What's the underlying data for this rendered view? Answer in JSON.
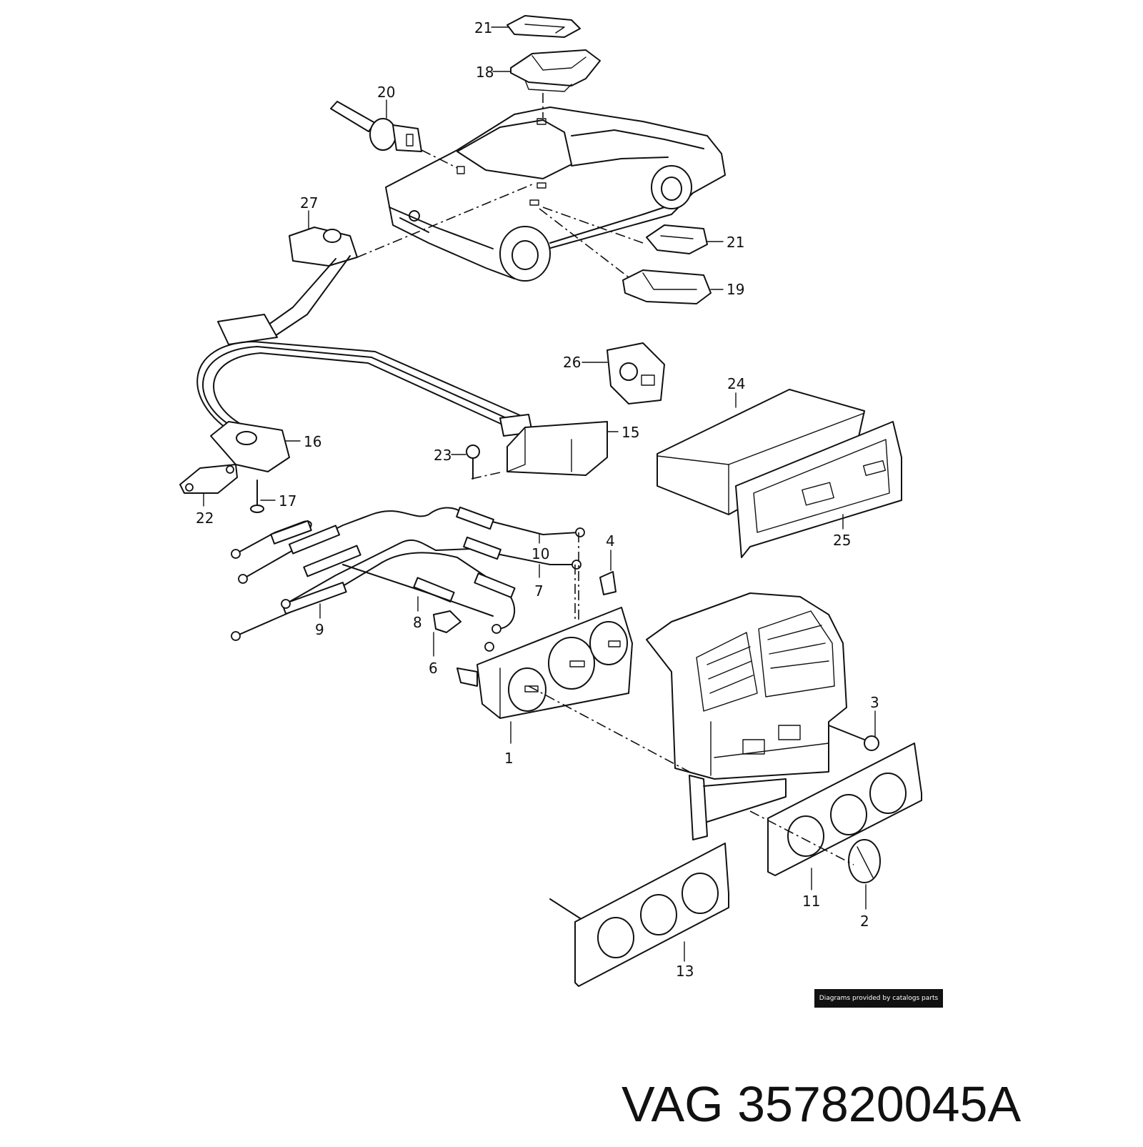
{
  "diagram": {
    "callouts": [
      "1",
      "2",
      "3",
      "4",
      "6",
      "7",
      "8",
      "9",
      "10",
      "11",
      "13",
      "15",
      "16",
      "17",
      "18",
      "19",
      "20",
      "21",
      "21",
      "22",
      "23",
      "24",
      "25",
      "26",
      "27"
    ]
  },
  "footer": {
    "credit": "Diagrams provided by catalogs parts",
    "part_number": "VAG 357820045A"
  }
}
